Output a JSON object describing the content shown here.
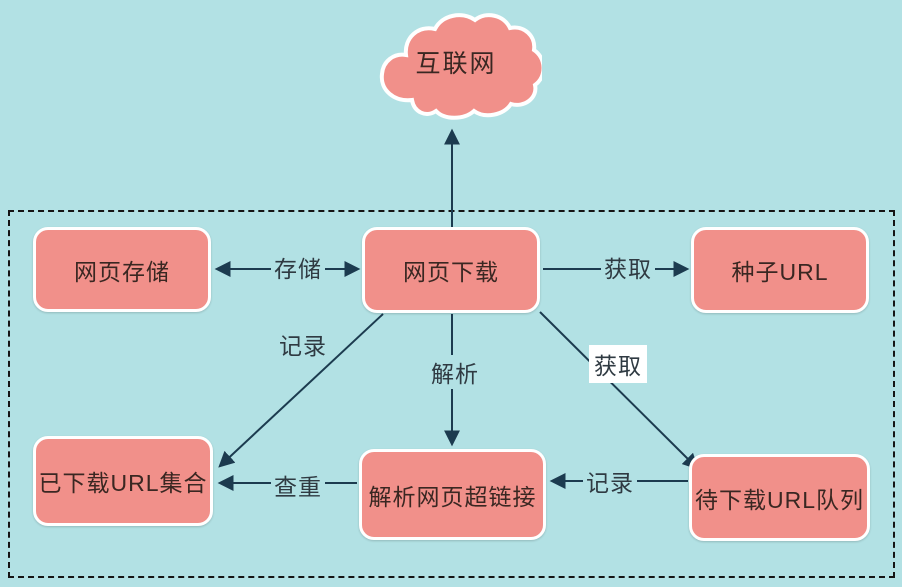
{
  "colors": {
    "background": "#b2e1e4",
    "node_fill": "#f1908a",
    "node_border": "#ffffff",
    "line": "#1c3b4f",
    "node_text": "#3a2722",
    "label_text": "#2f3a42",
    "boundary_dash": "#141414",
    "highlight_label_background": "#ffffff"
  },
  "cloud": {
    "label": "互联网"
  },
  "nodes": [
    {
      "id": "web-storage",
      "label": "网页存储"
    },
    {
      "id": "web-downloader",
      "label": "网页下载"
    },
    {
      "id": "seed-url",
      "label": "种子URL"
    },
    {
      "id": "downloaded-url-set",
      "label": "已下载URL集合"
    },
    {
      "id": "parse-hyperlinks",
      "label": "解析网页超链接"
    },
    {
      "id": "pending-url-queue",
      "label": "待下载URL队列"
    }
  ],
  "edges": [
    {
      "label": "存储",
      "from": "web-downloader",
      "to": "web-storage",
      "direction": "both"
    },
    {
      "label": "获取",
      "from": "web-downloader",
      "to": "seed-url",
      "direction": "forward"
    },
    {
      "label": "记录",
      "from": "web-downloader",
      "to": "downloaded-url-set",
      "direction": "forward"
    },
    {
      "label": "解析",
      "from": "web-downloader",
      "to": "parse-hyperlinks",
      "direction": "forward"
    },
    {
      "label": "获取",
      "from": "web-downloader",
      "to": "pending-url-queue",
      "direction": "forward",
      "label_background": "white"
    },
    {
      "label": "记录",
      "from": "pending-url-queue",
      "to": "parse-hyperlinks",
      "direction": "forward"
    },
    {
      "label": "查重",
      "from": "parse-hyperlinks",
      "to": "downloaded-url-set",
      "direction": "forward"
    }
  ],
  "internet_edge": {
    "from": "web-downloader",
    "to": "internet-cloud",
    "direction": "forward"
  }
}
